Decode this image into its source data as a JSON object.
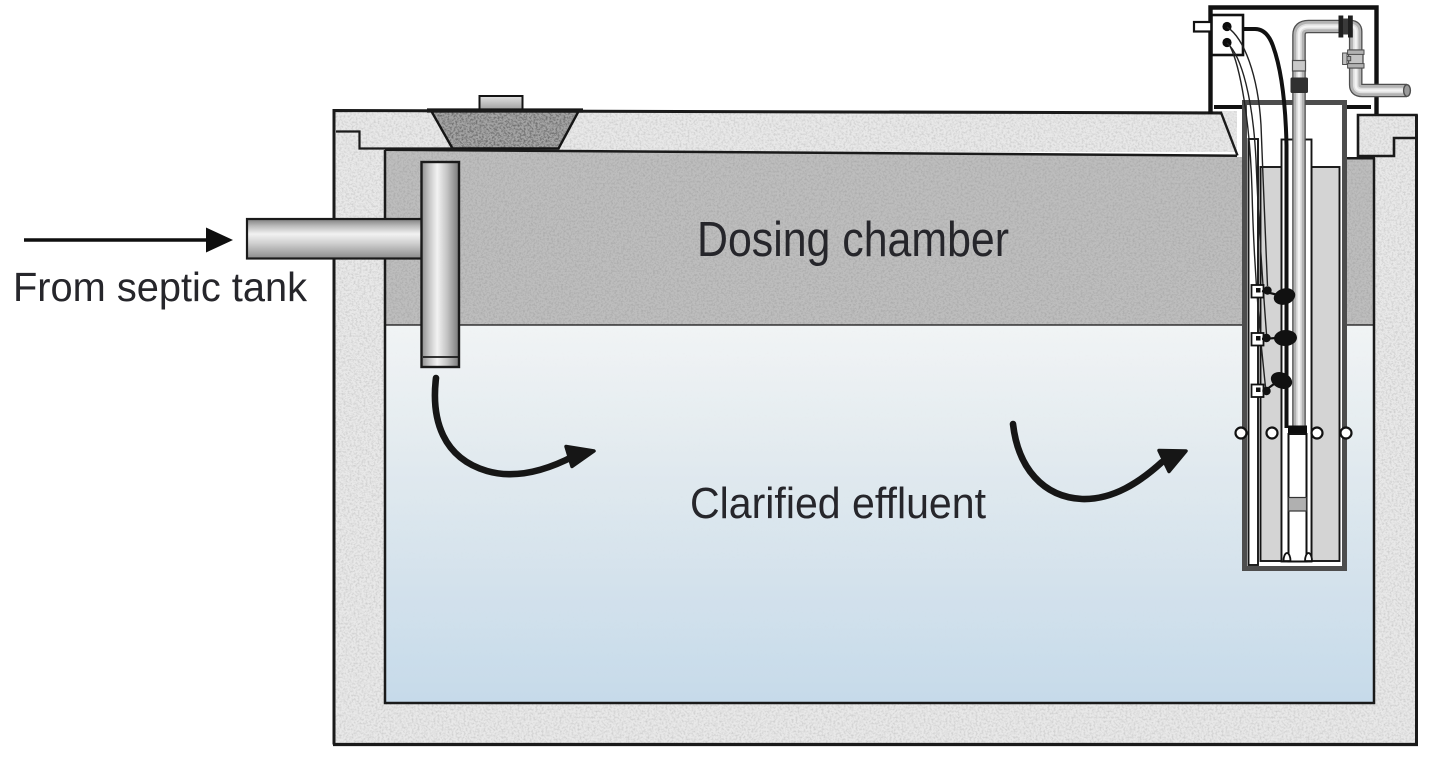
{
  "title": "Dosing chamber cross-section diagram",
  "labels": {
    "dosing_chamber": "Dosing chamber",
    "clarified_effluent": "Clarified effluent",
    "from_septic_tank": "From septic tank"
  },
  "colors": {
    "background": "#ffffff",
    "concrete": "#e8e8e8",
    "dosing_gray": "#bdbdbd",
    "port_gray": "#a3a3a3",
    "water_top": "#f3f5f6",
    "water_bottom": "#c2d8ea",
    "outline": "#1a1a1a",
    "riser_wall": "#4d4d4d",
    "inner_block": "#d4d4d4",
    "pipe_light": "#f2f2f2",
    "pipe_dark": "#7e7e7e",
    "text": "#26262b"
  }
}
